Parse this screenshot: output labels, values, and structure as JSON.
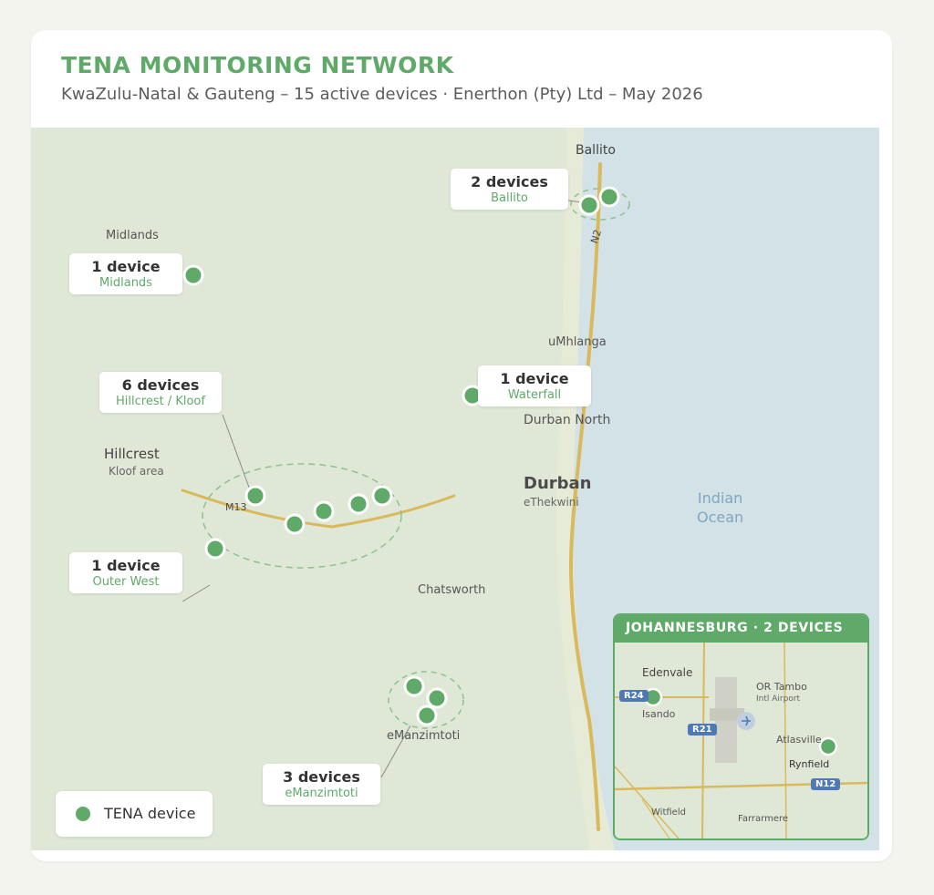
{
  "header": {
    "title": "TENA MONITORING NETWORK",
    "subtitle": "KwaZulu-Natal & Gauteng – 15 active devices  ·  Enerthon (Pty) Ltd – May 2026"
  },
  "colors": {
    "accent": "#5faa68",
    "land": "#dfe8d6",
    "ocean": "#d3e2e6",
    "beach": "#e6ebd8",
    "road": "#d9b95c",
    "shield": "#4e79b4"
  },
  "place_labels": {
    "ballito": "Ballito",
    "midlands": "Midlands",
    "umhlanga": "uMhlanga",
    "durban_north": "Durban North",
    "durban": "Durban",
    "ethekwini": "eThekwini",
    "hillcrest": "Hillcrest",
    "kloof_area": "Kloof area",
    "chatsworth": "Chatsworth",
    "emanzimtoti": "eManzimtoti",
    "ocean_line1": "Indian",
    "ocean_line2": "Ocean"
  },
  "roads": {
    "n2": "N2",
    "m13": "M13"
  },
  "callouts": {
    "ballito": {
      "count": "2 devices",
      "area": "Ballito"
    },
    "midlands": {
      "count": "1 device",
      "area": "Midlands"
    },
    "waterfall": {
      "count": "1 device",
      "area": "Waterfall"
    },
    "hillcrest": {
      "count": "6 devices",
      "area": "Hillcrest / Kloof"
    },
    "outer_west": {
      "count": "1 device",
      "area": "Outer West"
    },
    "emanzimtoti": {
      "count": "3 devices",
      "area": "eManzimtoti"
    }
  },
  "legend": {
    "label": "TENA device",
    "icon": "green-dot-icon"
  },
  "inset": {
    "title": "JOHANNESBURG · 2 DEVICES",
    "labels": {
      "edenvale": "Edenvale",
      "isando": "Isando",
      "or_tambo": "OR Tambo",
      "intl_airport": "Intl Airport",
      "atlasville": "Atlasville",
      "rynfield": "Rynfield",
      "witfield": "Witfield",
      "farrarmere": "Farrarmere"
    },
    "shields": {
      "r24": "R24",
      "r21": "R21",
      "n12": "N12"
    },
    "airport_icon": "airplane-icon"
  }
}
